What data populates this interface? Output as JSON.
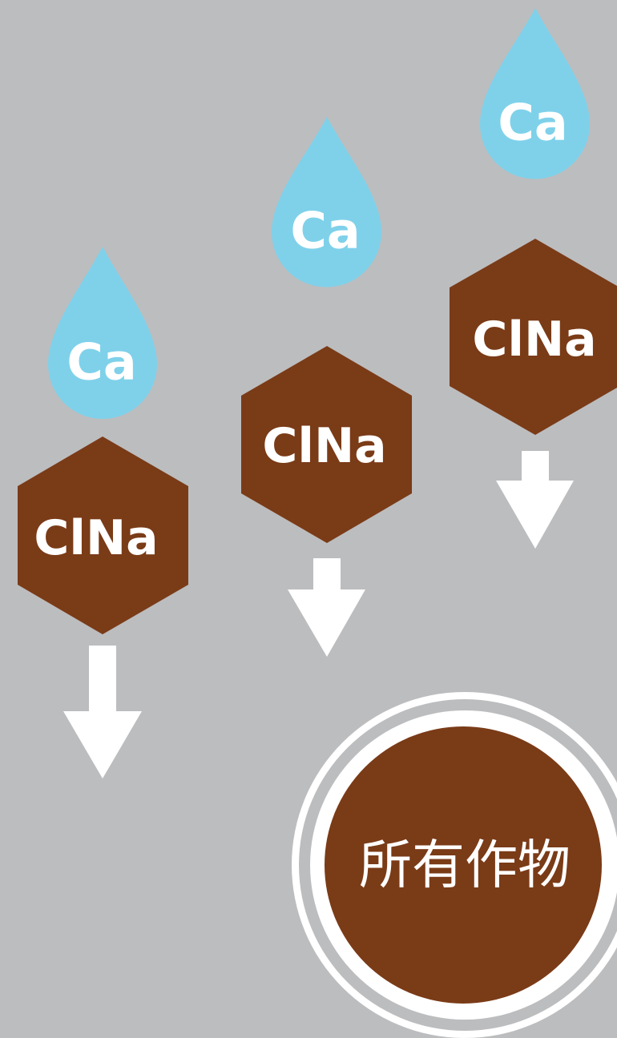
{
  "colors": {
    "background": "#bcbdbf",
    "drop": "#7fd1ea",
    "hexagon": "#7a3b17",
    "arrow": "#ffffff",
    "circle": "#7a3b17",
    "ring": "#ffffff"
  },
  "columns": [
    {
      "drop_label": "Ca",
      "hex_label": "ClNa"
    },
    {
      "drop_label": "Ca",
      "hex_label": "ClNa"
    },
    {
      "drop_label": "Ca",
      "hex_label": "ClNa"
    }
  ],
  "target": {
    "label": "所有作物"
  }
}
